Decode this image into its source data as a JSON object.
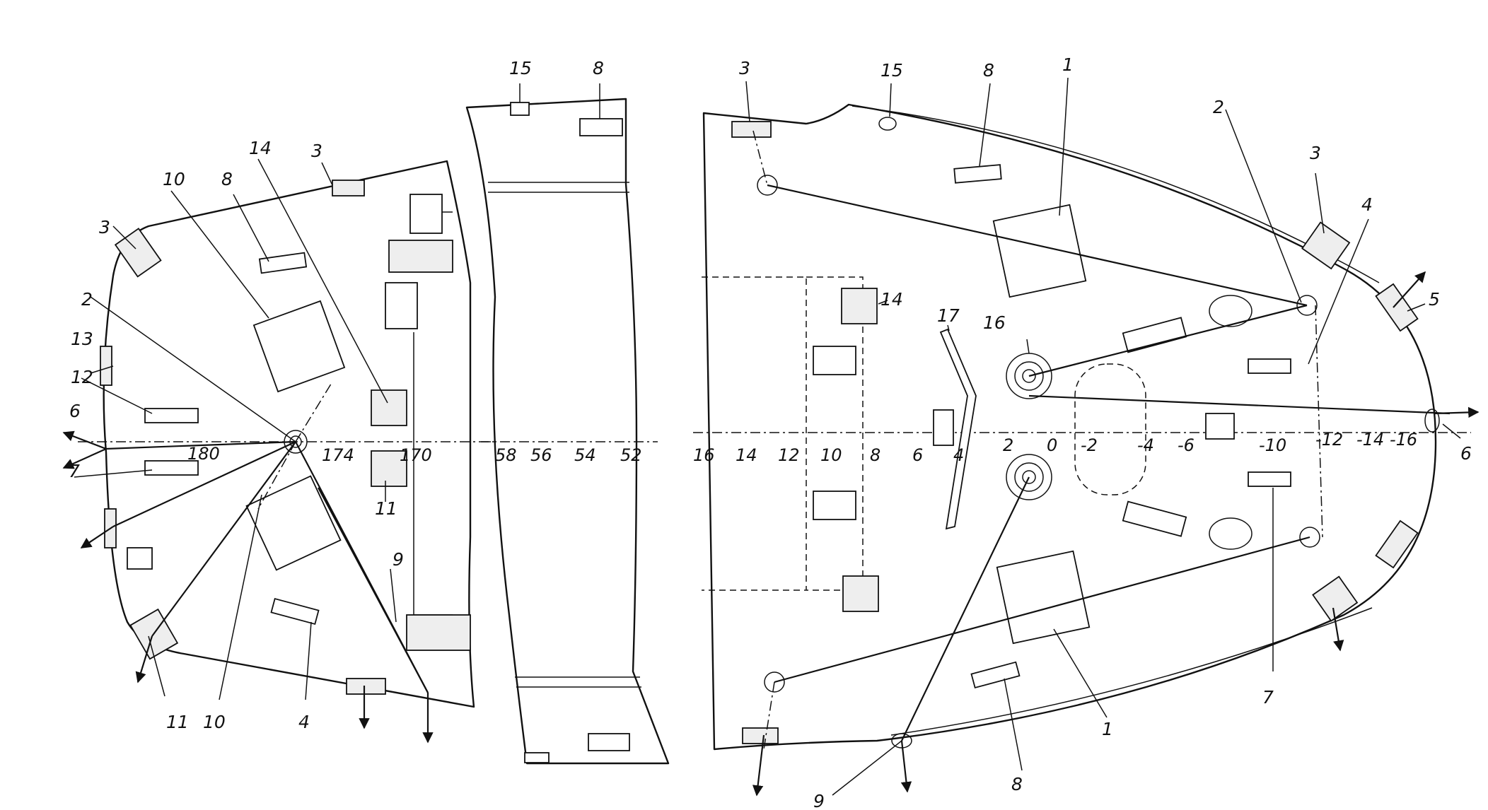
{
  "callouts": {
    "n1": "1",
    "n2": "2",
    "n3": "3",
    "n4": "4",
    "n5": "5",
    "n6": "6",
    "n7": "7",
    "n8": "8",
    "n9": "9",
    "n10": "10",
    "n11": "11",
    "n12": "12",
    "n13": "13",
    "n14": "14",
    "n15": "15",
    "n16": "16",
    "n17": "17"
  },
  "frames_stern": [
    "180",
    "174",
    "170"
  ],
  "frames_mid": [
    "58",
    "56",
    "54",
    "52"
  ],
  "frames_bow": [
    "16",
    "14",
    "12",
    "10",
    "8",
    "6",
    "4",
    "2",
    "0",
    "-2",
    "-4",
    "-6",
    "-10",
    "-12",
    "-14",
    "-16"
  ]
}
